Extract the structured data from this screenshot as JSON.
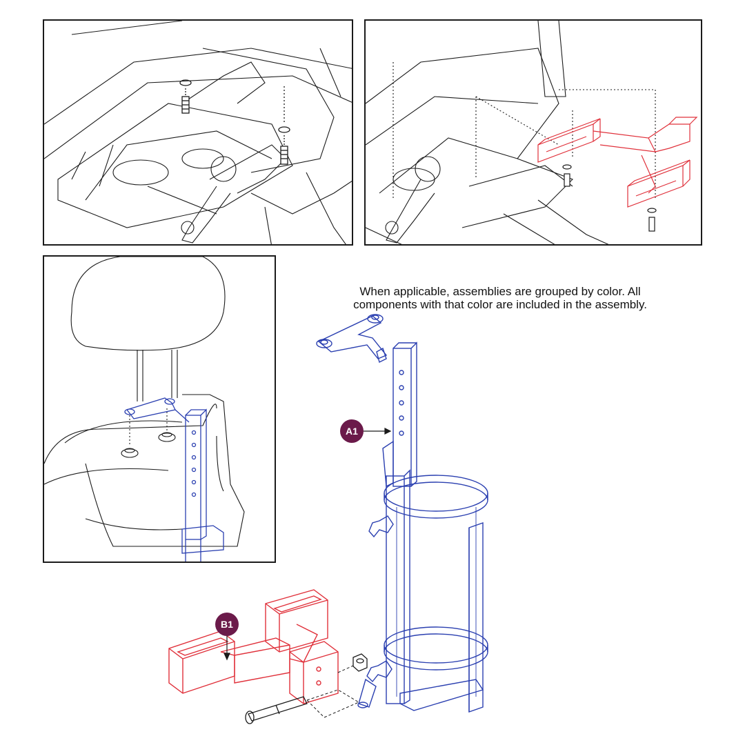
{
  "note": {
    "text": "When applicable, assemblies are grouped by color. All components with that color are included in the assembly."
  },
  "callouts": [
    {
      "id": "A1",
      "label": "A1",
      "color": "#6b1a4a"
    },
    {
      "id": "B1",
      "label": "B1",
      "color": "#6b1a4a"
    }
  ],
  "colors": {
    "line": "#1a1a1a",
    "assembly_a": "#2a3fb0",
    "assembly_b": "#e0303a",
    "frame": "#1a1a1a"
  }
}
